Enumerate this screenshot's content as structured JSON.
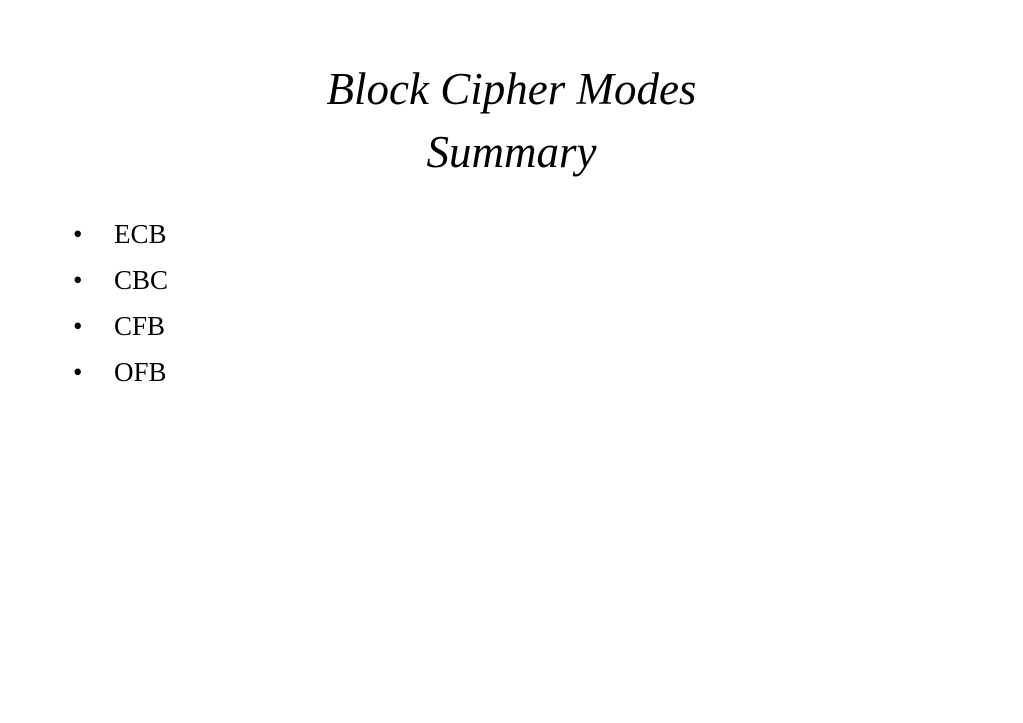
{
  "slide": {
    "title_lines": [
      "Block Cipher Modes",
      "Summary"
    ],
    "bullet_glyph": "•",
    "bullets": [
      "ECB",
      "CBC",
      "CFB",
      "OFB"
    ]
  }
}
